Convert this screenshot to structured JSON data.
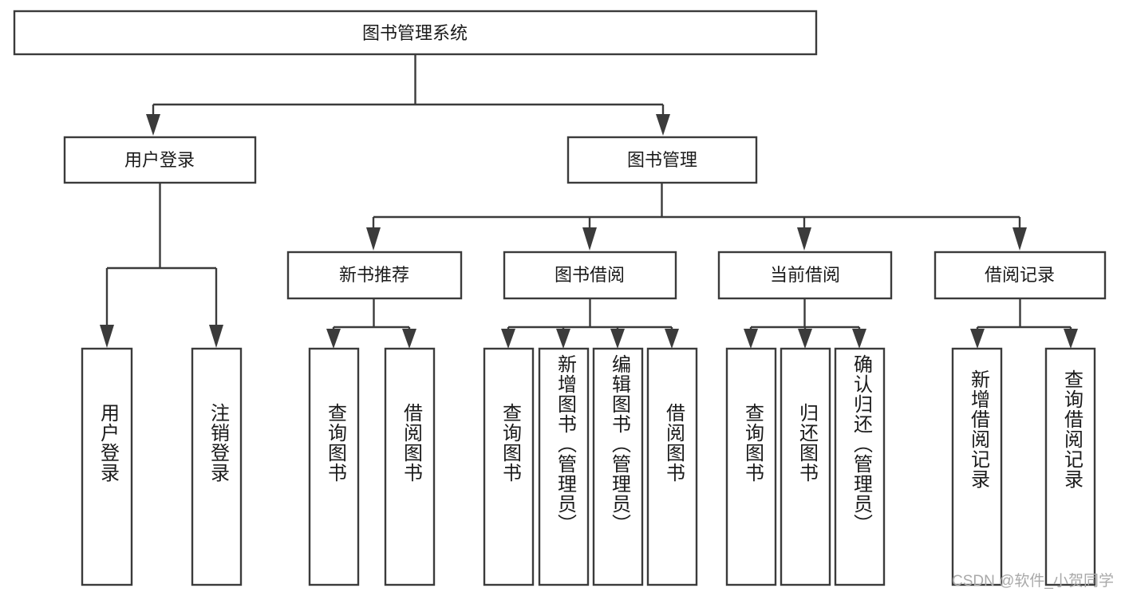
{
  "diagram": {
    "type": "hierarchy-tree",
    "title": "图书管理系统",
    "root": {
      "label": "图书管理系统"
    },
    "level2": [
      {
        "key": "user-login",
        "label": "用户登录"
      },
      {
        "key": "book-manage",
        "label": "图书管理"
      }
    ],
    "level3": [
      {
        "key": "new-book-rec",
        "label": "新书推荐"
      },
      {
        "key": "book-borrow",
        "label": "图书借阅"
      },
      {
        "key": "current-borrow",
        "label": "当前借阅"
      },
      {
        "key": "borrow-record",
        "label": "借阅记录"
      }
    ],
    "leaves": {
      "user_login": [
        {
          "key": "leaf-user-login",
          "label": "用户登录"
        },
        {
          "key": "leaf-logout",
          "label": "注销登录"
        }
      ],
      "new_book_rec": [
        {
          "key": "leaf-query-book-1",
          "label": "查询图书"
        },
        {
          "key": "leaf-borrow-book-1",
          "label": "借阅图书"
        }
      ],
      "book_borrow": [
        {
          "key": "leaf-query-book-2",
          "label": "查询图书"
        },
        {
          "key": "leaf-add-book",
          "label": "新增图书（管理员）"
        },
        {
          "key": "leaf-edit-book",
          "label": "编辑图书（管理员）"
        },
        {
          "key": "leaf-borrow-book-2",
          "label": "借阅图书"
        }
      ],
      "current_borrow": [
        {
          "key": "leaf-query-book-3",
          "label": "查询图书"
        },
        {
          "key": "leaf-return-book",
          "label": "归还图书"
        },
        {
          "key": "leaf-confirm-return",
          "label": "确认归还（管理员）"
        }
      ],
      "borrow_record": [
        {
          "key": "leaf-add-record",
          "label": "新增借阅记录"
        },
        {
          "key": "leaf-query-record",
          "label": "查询借阅记录"
        }
      ]
    },
    "colors": {
      "stroke": "#3b3b3b",
      "fill": "#ffffff",
      "text": "#1a1a1a",
      "watermark": "#a9a9a9"
    }
  },
  "watermark": {
    "text": "CSDN @软件_小贺同学"
  }
}
